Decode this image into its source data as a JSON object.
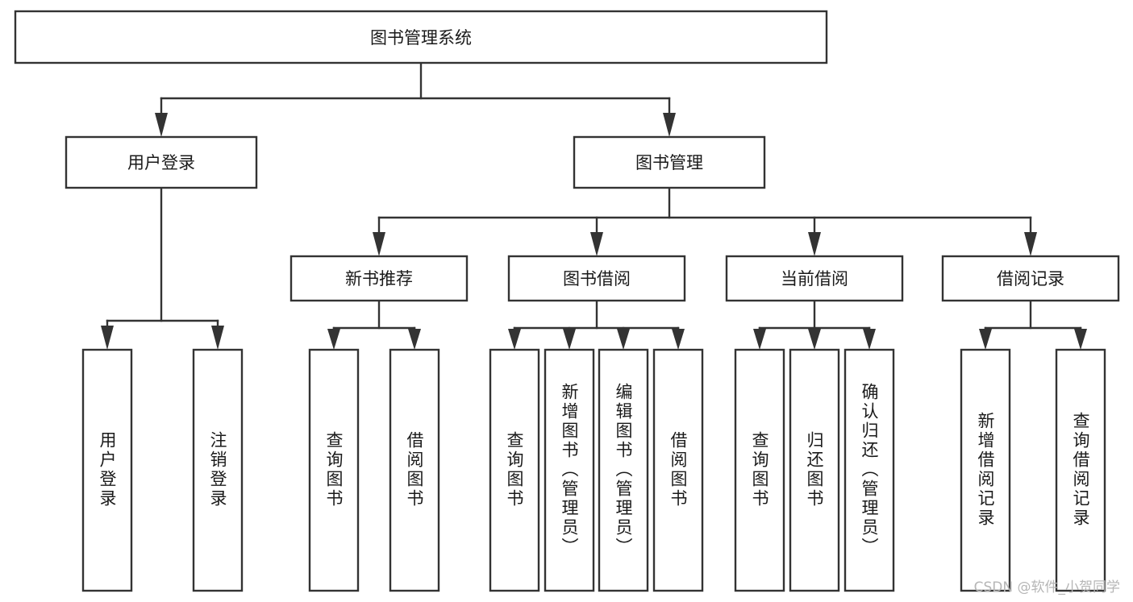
{
  "diagram": {
    "type": "hierarchy-tree",
    "title": "图书管理系统",
    "orientation": "top-down",
    "colors": {
      "box_stroke": "#333333",
      "box_fill": "#ffffff",
      "text": "#1a1a1a",
      "background": "#ffffff",
      "watermark": "#b6b6b6"
    },
    "levels": [
      {
        "level": 1,
        "nodes": [
          {
            "id": "root",
            "label": "图书管理系统",
            "orientation": "horizontal"
          }
        ]
      },
      {
        "level": 2,
        "nodes": [
          {
            "id": "user-login",
            "label": "用户登录",
            "orientation": "horizontal",
            "parent": "root"
          },
          {
            "id": "book-manage",
            "label": "图书管理",
            "orientation": "horizontal",
            "parent": "root"
          }
        ]
      },
      {
        "level": 3,
        "nodes": [
          {
            "id": "new-book-rec",
            "label": "新书推荐",
            "orientation": "horizontal",
            "parent": "book-manage"
          },
          {
            "id": "book-borrow",
            "label": "图书借阅",
            "orientation": "horizontal",
            "parent": "book-manage"
          },
          {
            "id": "current-borrow",
            "label": "当前借阅",
            "orientation": "horizontal",
            "parent": "book-manage"
          },
          {
            "id": "borrow-record",
            "label": "借阅记录",
            "orientation": "horizontal",
            "parent": "book-manage"
          }
        ]
      },
      {
        "level": 4,
        "nodes": [
          {
            "id": "leaf-user-login",
            "label": "用户登录",
            "orientation": "vertical",
            "parent": "user-login"
          },
          {
            "id": "leaf-logout",
            "label": "注销登录",
            "orientation": "vertical",
            "parent": "user-login"
          },
          {
            "id": "leaf-query-book-1",
            "label": "查询图书",
            "orientation": "vertical",
            "parent": "new-book-rec"
          },
          {
            "id": "leaf-borrow-book-1",
            "label": "借阅图书",
            "orientation": "vertical",
            "parent": "new-book-rec"
          },
          {
            "id": "leaf-query-book-2",
            "label": "查询图书",
            "orientation": "vertical",
            "parent": "book-borrow"
          },
          {
            "id": "leaf-add-book",
            "label": "新增图书（管理员）",
            "orientation": "vertical",
            "parent": "book-borrow"
          },
          {
            "id": "leaf-edit-book",
            "label": "编辑图书（管理员）",
            "orientation": "vertical",
            "parent": "book-borrow"
          },
          {
            "id": "leaf-borrow-book-2",
            "label": "借阅图书",
            "orientation": "vertical",
            "parent": "book-borrow"
          },
          {
            "id": "leaf-query-book-3",
            "label": "查询图书",
            "orientation": "vertical",
            "parent": "current-borrow"
          },
          {
            "id": "leaf-return-book",
            "label": "归还图书",
            "orientation": "vertical",
            "parent": "current-borrow"
          },
          {
            "id": "leaf-confirm-return",
            "label": "确认归还（管理员）",
            "orientation": "vertical",
            "parent": "current-borrow"
          },
          {
            "id": "leaf-add-record",
            "label": "新增借阅记录",
            "orientation": "vertical",
            "parent": "borrow-record"
          },
          {
            "id": "leaf-query-record",
            "label": "查询借阅记录",
            "orientation": "vertical",
            "parent": "borrow-record"
          }
        ]
      }
    ]
  },
  "watermark": {
    "text": "CSDN @软件_小贺同学"
  }
}
